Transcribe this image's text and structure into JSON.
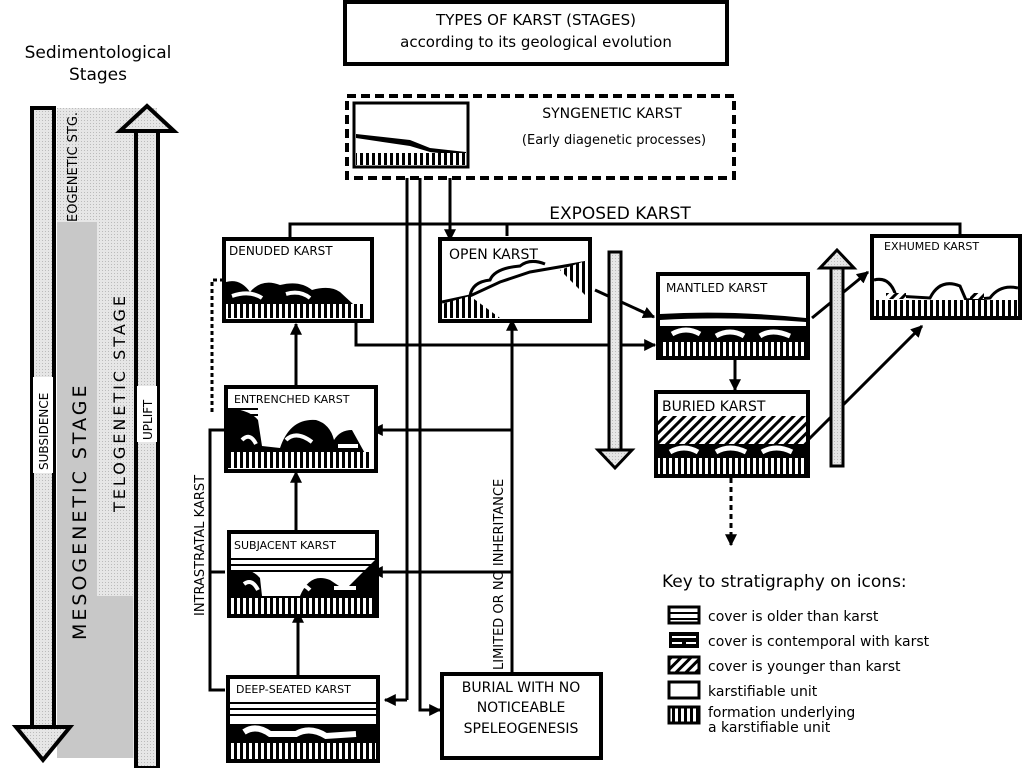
{
  "title": {
    "line1": "TYPES OF KARST (STAGES)",
    "line2": "according to its geological evolution"
  },
  "sed_stages": {
    "heading_line1": "Sedimentological",
    "heading_line2": "Stages",
    "eogenetic": "EOGENETIC STG.",
    "mesogenetic": "MESOGENETIC   STAGE",
    "telogenetic": "TELOGENETIC  STAGE",
    "subsidence": "SUBSIDENCE",
    "uplift": "UPLIFT"
  },
  "syngenetic": {
    "title": "SYNGENETIC  KARST",
    "subtitle": "(Early diagenetic processes)"
  },
  "exposed_karst_label": "EXPOSED KARST",
  "boxes": {
    "denuded": "DENUDED KARST",
    "open": "OPEN  KARST",
    "mantled": "MANTLED  KARST",
    "exhumed": "EXHUMED KARST",
    "buried": "BURIED KARST",
    "entrenched": "ENTRENCHED KARST",
    "subjacent": "SUBJACENT KARST",
    "deep_seated": "DEEP-SEATED KARST",
    "burial_line1": "BURIAL WITH NO",
    "burial_line2": "NOTICEABLE",
    "burial_line3": "SPELEOGENESIS"
  },
  "vertical_labels": {
    "intrastratal": "INTRASTRATAL KARST",
    "limited": "LIMITED  OR  NO INHERITANCE"
  },
  "key": {
    "title": "Key to stratigraphy on icons:",
    "items": [
      {
        "icon": "horizontal-lines-pattern-icon",
        "label": "cover is older than karst"
      },
      {
        "icon": "dashed-lines-pattern-icon",
        "label": "cover is contemporal with karst"
      },
      {
        "icon": "diagonal-hatch-pattern-icon",
        "label": "cover is younger than karst"
      },
      {
        "icon": "empty-box-icon",
        "label": "karstifiable unit"
      },
      {
        "icon": "vertical-bars-pattern-icon",
        "label_line1": "formation underlying",
        "label_line2": "a karstifiable unit"
      }
    ]
  }
}
